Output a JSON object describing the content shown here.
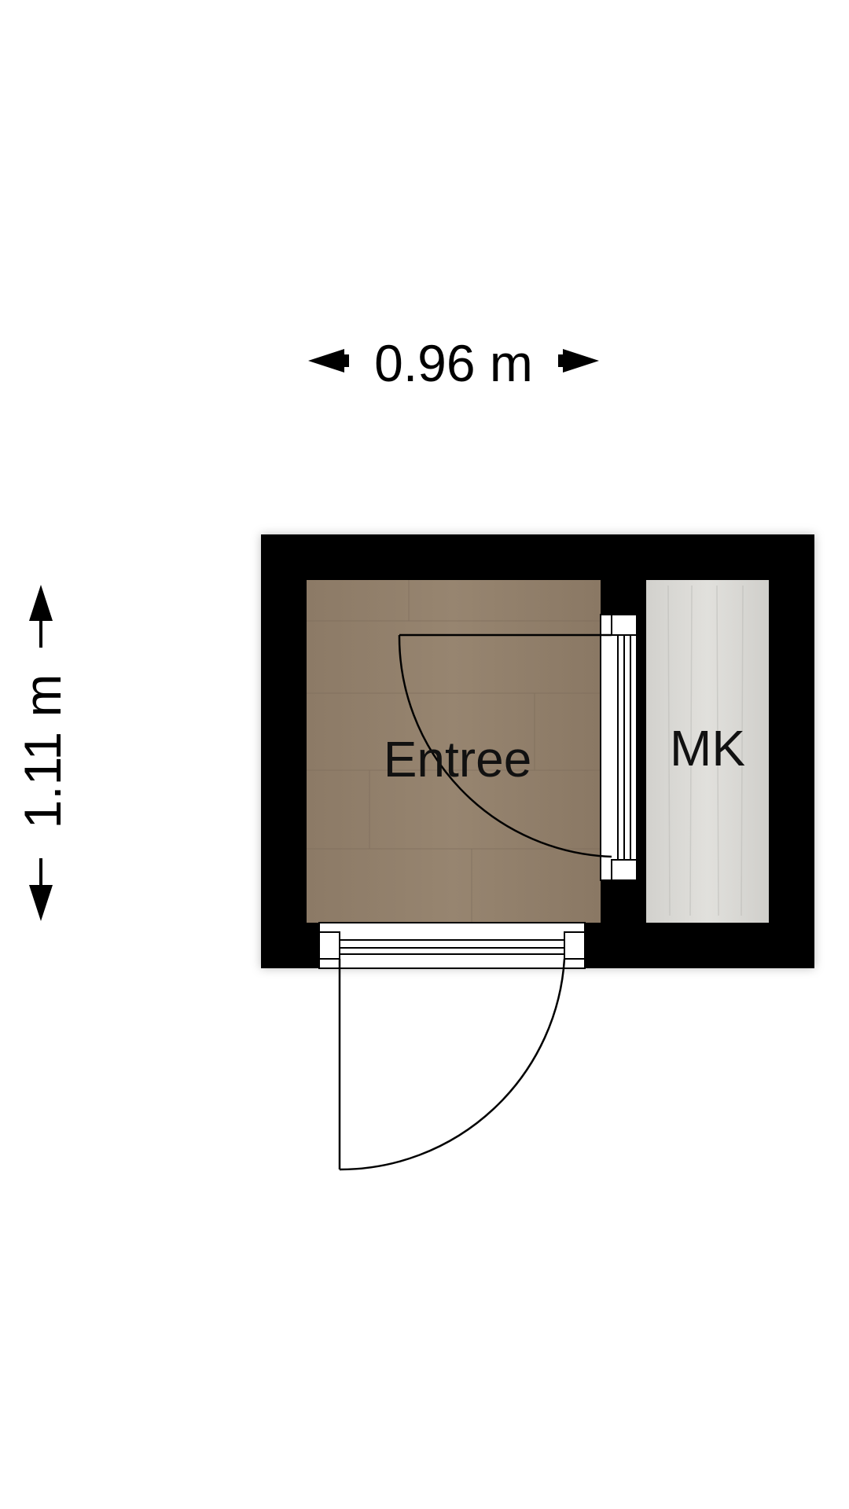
{
  "dimensions": {
    "width_label": "0.96 m",
    "height_label": "1.11 m"
  },
  "rooms": {
    "entree": {
      "label": "Entree"
    },
    "mk": {
      "label": "MK"
    }
  },
  "colors": {
    "wall": "#000000",
    "wood_floor": "#8f7d68",
    "concrete_floor": "#d9d8d4",
    "background": "#ffffff"
  },
  "icons": [
    "arrow-left-icon",
    "arrow-right-icon",
    "arrow-up-icon",
    "arrow-down-icon"
  ]
}
